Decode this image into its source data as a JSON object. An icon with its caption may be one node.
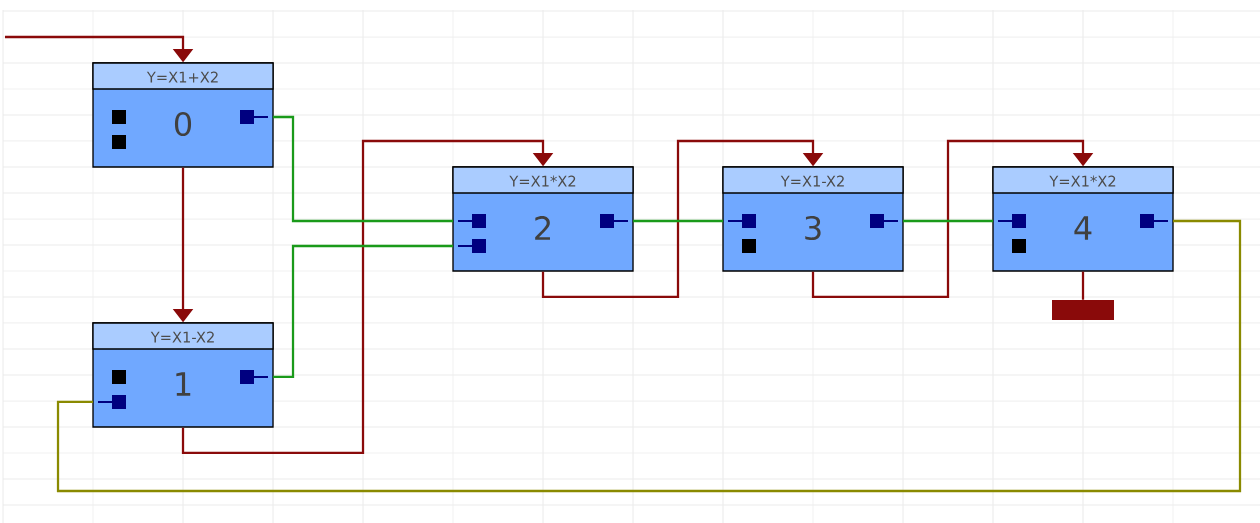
{
  "diagram": {
    "nodes": [
      {
        "text": [
          "Y=X1+X2",
          "0"
        ]
      },
      {
        "text": [
          "Y=X1-X2",
          "1"
        ]
      },
      {
        "text": [
          "Y=X1*X2",
          "2"
        ]
      },
      {
        "text": [
          "Y=X1-X2",
          "3"
        ]
      },
      {
        "text": [
          "Y=X1*X2",
          "4"
        ]
      },
      {
        "text": [],
        "shape": "bar"
      }
    ],
    "edges": [
      {
        "from": null,
        "to": 0,
        "arrow": "to"
      },
      {
        "from": 0,
        "to": 1,
        "arrow": "to"
      },
      {
        "from": 1,
        "to": 2,
        "arrow": "to"
      },
      {
        "from": 2,
        "to": 3,
        "arrow": "to"
      },
      {
        "from": 3,
        "to": 4,
        "arrow": "to"
      },
      {
        "from": 4,
        "to": 5,
        "arrow": "none"
      },
      {
        "from": 0,
        "to": 2,
        "arrow": "none",
        "color": "#1a9a1a"
      },
      {
        "from": 1,
        "to": 2,
        "arrow": "none",
        "color": "#1a9a1a"
      },
      {
        "from": 2,
        "to": 3,
        "arrow": "none",
        "color": "#1a9a1a"
      },
      {
        "from": 3,
        "to": 4,
        "arrow": "none",
        "color": "#1a9a1a"
      },
      {
        "from": 4,
        "to": 1,
        "arrow": "none",
        "color": "#8a8a00"
      }
    ]
  }
}
